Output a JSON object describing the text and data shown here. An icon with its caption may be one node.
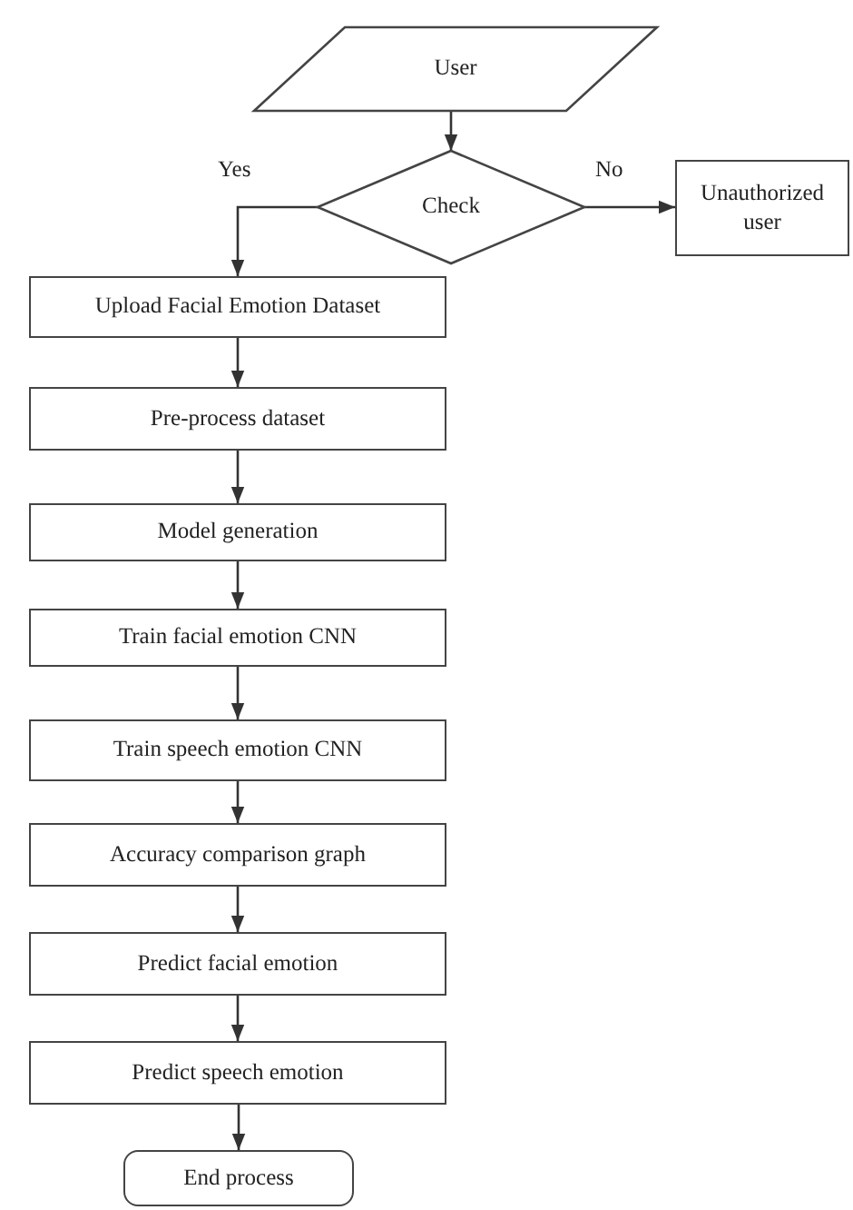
{
  "diagram": {
    "nodes": [
      {
        "text": [
          "User"
        ]
      },
      {
        "text": [
          "Check"
        ]
      },
      {
        "text": [
          "Unauthorized user"
        ]
      },
      {
        "text": [
          "Upload Facial Emotion Dataset"
        ]
      },
      {
        "text": [
          "Pre-process dataset"
        ]
      },
      {
        "text": [
          "Model generation"
        ]
      },
      {
        "text": [
          "Train facial emotion CNN"
        ]
      },
      {
        "text": [
          "Train speech emotion CNN"
        ]
      },
      {
        "text": [
          "Accuracy comparison graph"
        ]
      },
      {
        "text": [
          "Predict facial emotion"
        ]
      },
      {
        "text": [
          "Predict speech emotion"
        ]
      },
      {
        "text": [
          "End process"
        ]
      }
    ],
    "edges": [
      {
        "from": 0,
        "to": 1,
        "arrow": "to"
      },
      {
        "from": 1,
        "to": 3,
        "arrow": "to",
        "label": "Yes"
      },
      {
        "from": 1,
        "to": 2,
        "arrow": "to",
        "label": "No"
      },
      {
        "from": 3,
        "to": 4,
        "arrow": "to"
      },
      {
        "from": 4,
        "to": 5,
        "arrow": "to"
      },
      {
        "from": 5,
        "to": 6,
        "arrow": "to"
      },
      {
        "from": 6,
        "to": 7,
        "arrow": "to"
      },
      {
        "from": 7,
        "to": 8,
        "arrow": "to"
      },
      {
        "from": 8,
        "to": 9,
        "arrow": "to"
      },
      {
        "from": 9,
        "to": 10,
        "arrow": "to"
      },
      {
        "from": 10,
        "to": 11,
        "arrow": "to"
      }
    ]
  }
}
